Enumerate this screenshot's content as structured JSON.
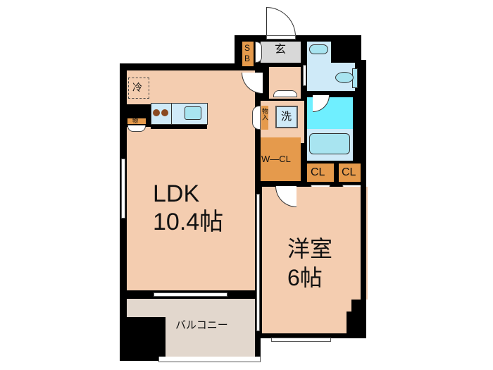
{
  "floorplan": {
    "rooms": {
      "ldk": {
        "name": "LDK",
        "size": "10.4帖"
      },
      "western": {
        "name": "洋室",
        "size": "6帖"
      },
      "balcony": {
        "name": "バルコニー"
      },
      "entrance": {
        "name": "玄"
      },
      "shoebox": {
        "name": "S\nB",
        "line1": "S",
        "line2": "B"
      },
      "washer": {
        "name": "洗"
      },
      "storage_entry": {
        "name": "物入"
      },
      "storage_kitchen": {
        "name": "物"
      },
      "fridge": {
        "name": "冷"
      },
      "walk_in_closet": {
        "name": "W—CL"
      },
      "closet1": {
        "name": "CL"
      },
      "closet2": {
        "name": "CL"
      }
    },
    "colors": {
      "room": "#f4cdb0",
      "closet": "#e59a4c",
      "bath": "#cfeaf8",
      "bathtub_area": "#6fefff",
      "entrance": "#d8d8d8",
      "balcony": "#e2d7cd",
      "wall": "#000000"
    }
  }
}
